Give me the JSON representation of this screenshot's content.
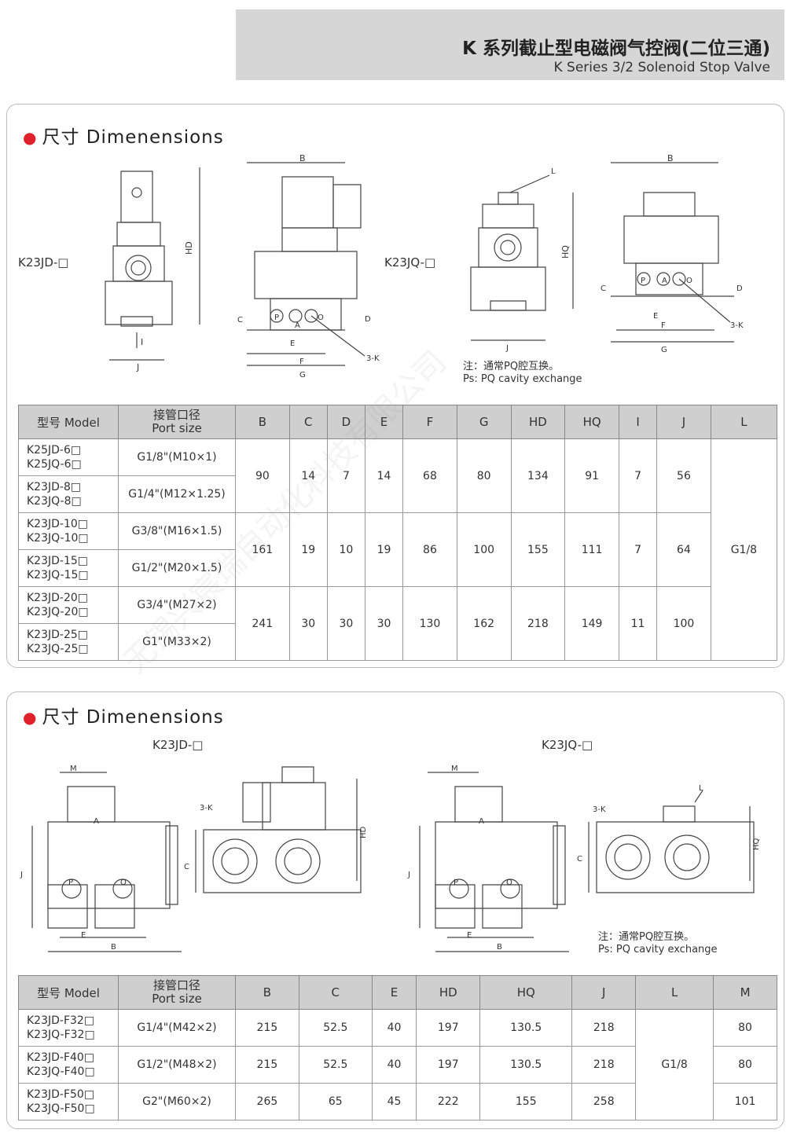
{
  "header": {
    "title_cn": "K 系列截止型电磁阀气控阀(二位三通)",
    "title_en": "K Series 3/2 Solenoid  Stop Valve"
  },
  "section1": {
    "title": "尺寸 Dimenensions",
    "label_jd": "K23JD-□",
    "label_jq": "K23JQ-□",
    "note_cn": "注：通常PQ腔互换。",
    "note_en": "Ps: PQ cavity exchange",
    "dims": {
      "B": "B",
      "HD": "HD",
      "HQ": "HQ",
      "J": "J",
      "I": "I",
      "C": "C",
      "D": "D",
      "E": "E",
      "F": "F",
      "G": "G",
      "L": "L",
      "K": "3-K",
      "P": "P",
      "A": "A",
      "O": "O"
    },
    "headers": [
      "型号 Model",
      "接管口径",
      "Port size",
      "B",
      "C",
      "D",
      "E",
      "F",
      "G",
      "HD",
      "HQ",
      "I",
      "J",
      "L"
    ],
    "groups": [
      {
        "rows": [
          {
            "model1": "K25JD-6□",
            "model2": "K25JQ-6□",
            "port": "G1/8\"(M10×1)"
          },
          {
            "model1": "K23JD-8□",
            "model2": "K23JQ-8□",
            "port": "G1/4\"(M12×1.25)"
          }
        ],
        "B": "90",
        "C": "14",
        "D": "7",
        "E": "14",
        "F": "68",
        "G": "80",
        "HD": "134",
        "HQ": "91",
        "I": "7",
        "J": "56"
      },
      {
        "rows": [
          {
            "model1": "K23JD-10□",
            "model2": "K23JQ-10□",
            "port": "G3/8\"(M16×1.5)"
          },
          {
            "model1": "K23JD-15□",
            "model2": "K23JQ-15□",
            "port": "G1/2\"(M20×1.5)"
          }
        ],
        "B": "161",
        "C": "19",
        "D": "10",
        "E": "19",
        "F": "86",
        "G": "100",
        "HD": "155",
        "HQ": "111",
        "I": "7",
        "J": "64"
      },
      {
        "rows": [
          {
            "model1": "K23JD-20□",
            "model2": "K23JQ-20□",
            "port": "G3/4\"(M27×2)"
          },
          {
            "model1": "K23JD-25□",
            "model2": "K23JQ-25□",
            "port": "G1\"(M33×2)"
          }
        ],
        "B": "241",
        "C": "30",
        "D": "30",
        "E": "30",
        "F": "130",
        "G": "162",
        "HD": "218",
        "HQ": "149",
        "I": "11",
        "J": "100"
      }
    ],
    "L": "G1/8"
  },
  "section2": {
    "title": "尺寸 Dimenensions",
    "label_jd": "K23JD-□",
    "label_jq": "K23JQ-□",
    "note_cn": "注：通常PQ腔互换。",
    "note_en": "Ps: PQ cavity exchange",
    "dims": {
      "M": "M",
      "A": "A",
      "J": "J",
      "P": "P",
      "O": "O",
      "E": "E",
      "B": "B",
      "K": "3-K",
      "C": "C",
      "HD": "HD",
      "HQ": "HQ",
      "L": "L"
    },
    "headers": [
      "型号 Model",
      "接管口径",
      "Port size",
      "B",
      "C",
      "E",
      "HD",
      "HQ",
      "J",
      "L",
      "M"
    ],
    "rows": [
      {
        "model1": "K23JD-F32□",
        "model2": "K23JQ-F32□",
        "port": "G1/4\"(M42×2)",
        "B": "215",
        "C": "52.5",
        "E": "40",
        "HD": "197",
        "HQ": "130.5",
        "J": "218",
        "M": "80"
      },
      {
        "model1": "K23JD-F40□",
        "model2": "K23JQ-F40□",
        "port": "G1/2\"(M48×2)",
        "B": "215",
        "C": "52.5",
        "E": "40",
        "HD": "197",
        "HQ": "130.5",
        "J": "218",
        "M": "80"
      },
      {
        "model1": "K23JD-F50□",
        "model2": "K23JQ-F50□",
        "port": "G2\"(M60×2)",
        "B": "265",
        "C": "65",
        "E": "45",
        "HD": "222",
        "HQ": "155",
        "J": "258",
        "M": "101"
      }
    ],
    "L": "G1/8"
  },
  "watermark": "无锡兴宸瑞自动化科技有限公司"
}
